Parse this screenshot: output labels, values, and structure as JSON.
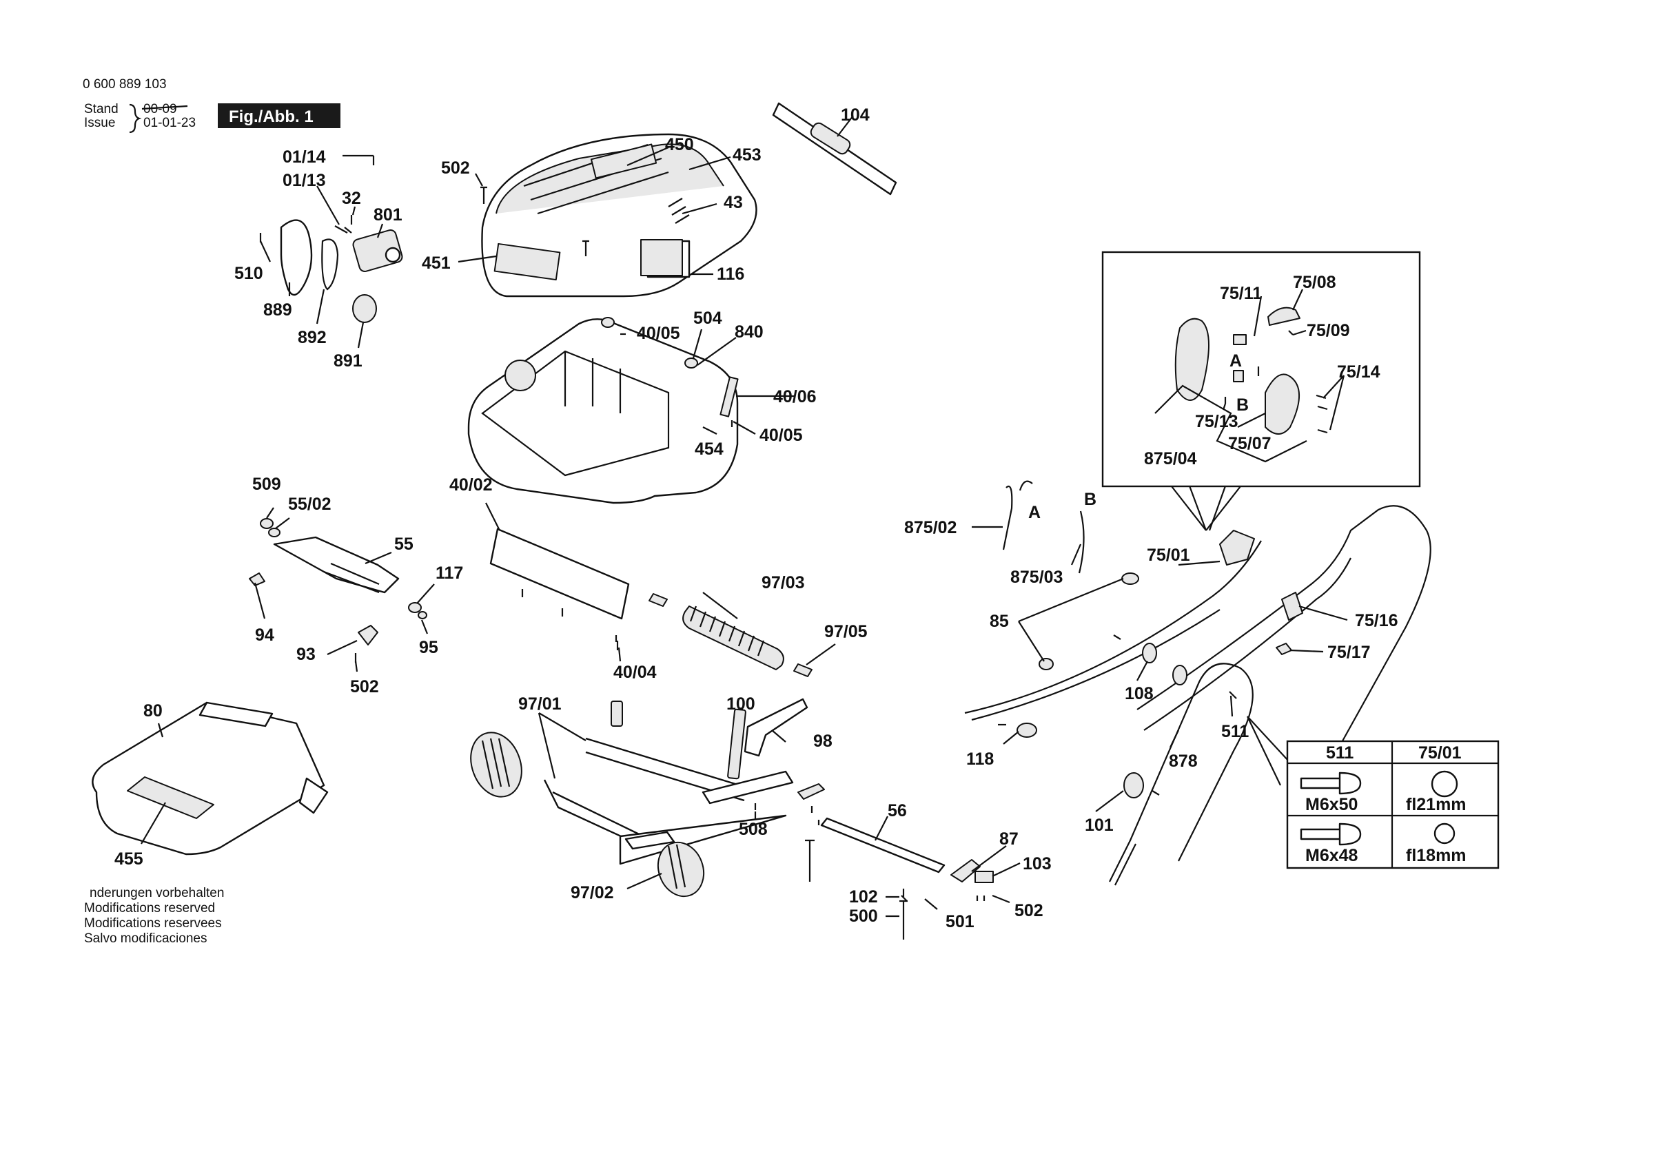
{
  "header": {
    "part_number": "0 600 889 103",
    "stand_label": "Stand",
    "issue_label": "Issue",
    "stand_date": "00-09",
    "issue_date": "01-01-23",
    "figure_tag": "Fig./Abb. 1"
  },
  "footer": {
    "lines": [
      "nderungen vorbehalten",
      "Modifications reserved",
      "Modifications reservees",
      "Salvo modificaciones"
    ]
  },
  "callouts": {
    "c104": "104",
    "c450": "450",
    "c453": "453",
    "c502a": "502",
    "c43": "43",
    "c451": "451",
    "c116": "116",
    "c0114": "01/14",
    "c0113": "01/13",
    "c32": "32",
    "c801": "801",
    "c510": "510",
    "c889": "889",
    "c892": "892",
    "c891": "891",
    "c504": "504",
    "c4005a": "40/05",
    "c840": "840",
    "c4006": "40/06",
    "c4005b": "40/05",
    "c454": "454",
    "c509": "509",
    "c5502": "55/02",
    "c55": "55",
    "c117": "117",
    "c94": "94",
    "c95": "95",
    "c93": "93",
    "c502b": "502",
    "c4002": "40/02",
    "c9703": "97/03",
    "c9705": "97/05",
    "c4004": "40/04",
    "c80": "80",
    "c455": "455",
    "c9701": "97/01",
    "c100": "100",
    "c98": "98",
    "c508": "508",
    "c56": "56",
    "c9702": "97/02",
    "c87": "87",
    "c103": "103",
    "c102": "102",
    "c500": "500",
    "c501": "501",
    "c502c": "502",
    "c87502": "875/02",
    "cA": "A",
    "cB": "B",
    "c87503": "875/03",
    "c7501": "75/01",
    "c85": "85",
    "c7516": "75/16",
    "c7517": "75/17",
    "c108": "108",
    "c118": "118",
    "c878": "878",
    "c511": "511",
    "c101": "101"
  },
  "inset": {
    "c7511": "75/11",
    "c7508": "75/08",
    "c7509": "75/09",
    "cA": "A",
    "cB": "B",
    "c7514": "75/14",
    "c7513": "75/13",
    "c7507": "75/07",
    "c87504": "875/04"
  },
  "spec_table": {
    "headers": [
      "511",
      "75/01"
    ],
    "rows": [
      {
        "bolt": "M6x50",
        "size": "fl21mm"
      },
      {
        "bolt": "M6x48",
        "size": "fl18mm"
      }
    ]
  }
}
